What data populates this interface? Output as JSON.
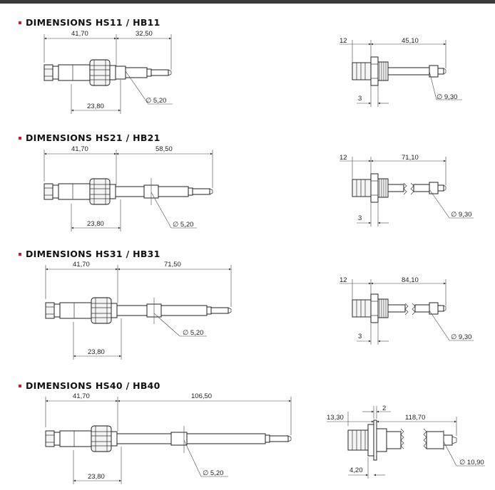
{
  "sections": [
    {
      "title": "DIMENSIONS HS11 / HB11",
      "left": {
        "d1": "41,70",
        "d2": "32,50",
        "d3": "23,80",
        "dia": "∅ 5,20"
      },
      "right": {
        "d1": "12",
        "d2": "45,10",
        "d3": "3",
        "dia": "∅ 9,30"
      }
    },
    {
      "title": "DIMENSIONS HS21 / HB21",
      "left": {
        "d1": "41,70",
        "d2": "58,50",
        "d3": "23,80",
        "dia": "∅ 5,20"
      },
      "right": {
        "d1": "12",
        "d2": "71,10",
        "d3": "3",
        "dia": "∅ 9,30"
      }
    },
    {
      "title": "DIMENSIONS HS31 / HB31",
      "left": {
        "d1": "41,70",
        "d2": "71,50",
        "d3": "23,80",
        "dia": "∅ 5,20"
      },
      "right": {
        "d1": "12",
        "d2": "84,10",
        "d3": "3",
        "dia": "∅ 9,30"
      }
    },
    {
      "title": "DIMENSIONS HS40 / HB40",
      "left": {
        "d1": "41,70",
        "d2": "106,50",
        "d3": "23,80",
        "dia": "∅ 5,20"
      },
      "right": {
        "d1": "13,30",
        "d2": "118,70",
        "d3": "4,20",
        "d4": "2",
        "dia": "∅ 10,90"
      }
    }
  ]
}
